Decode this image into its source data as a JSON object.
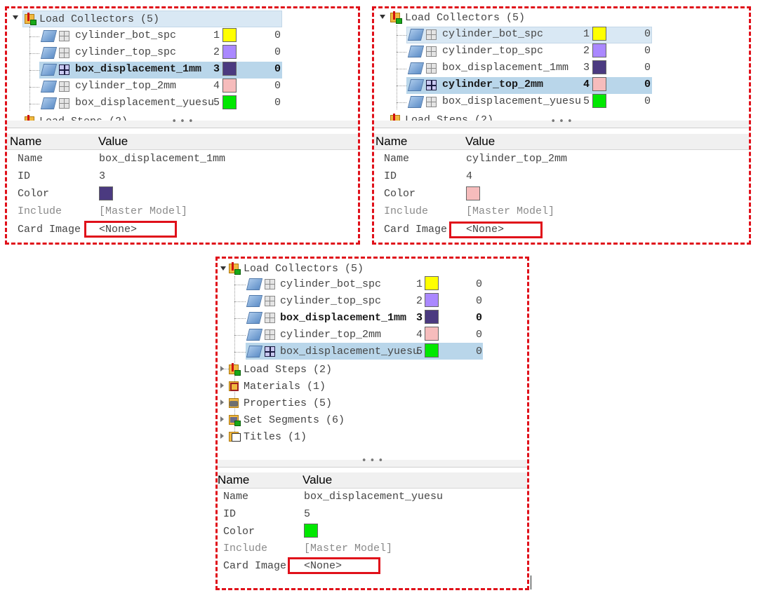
{
  "colors": {
    "annotation_red": "#e0101a",
    "selection_blue": "#b9d6ea"
  },
  "tree": {
    "root_label": "Load Collectors (5)",
    "collectors": [
      {
        "name": "cylinder_bot_spc",
        "id": "1",
        "color": "#ffff00",
        "count": "0"
      },
      {
        "name": "cylinder_top_spc",
        "id": "2",
        "color": "#aa88ff",
        "count": "0"
      },
      {
        "name": "box_displacement_1mm",
        "id": "3",
        "color": "#4b3a80",
        "count": "0"
      },
      {
        "name": "cylinder_top_2mm",
        "id": "4",
        "color": "#f6bcbc",
        "count": "0"
      },
      {
        "name": "box_displacement_yuesu",
        "id": "5",
        "color": "#00e800",
        "count": "0"
      }
    ],
    "cut_label": "Load Steps (2)",
    "other_nodes": [
      {
        "label": "Load Steps (2)",
        "icon": "load-steps-icon"
      },
      {
        "label": "Materials (1)",
        "icon": "materials-icon"
      },
      {
        "label": "Properties (5)",
        "icon": "properties-icon"
      },
      {
        "label": "Set Segments (6)",
        "icon": "set-segments-icon"
      },
      {
        "label": "Titles (1)",
        "icon": "titles-icon"
      }
    ]
  },
  "splitter_grip": "• • •",
  "props": {
    "header_name": "Name",
    "header_value": "Value",
    "label_name": "Name",
    "label_id": "ID",
    "label_color": "Color",
    "label_include": "Include",
    "label_card_image": "Card Image",
    "include_value": "[Master Model]",
    "card_image_value": "<None>"
  },
  "panels": [
    {
      "selected_index": 2,
      "name": "box_displacement_1mm",
      "id": "3",
      "color": "#4b3a80"
    },
    {
      "selected_index": 3,
      "name": "cylinder_top_2mm",
      "id": "4",
      "color": "#f6bcbc"
    },
    {
      "selected_index": 4,
      "name": "box_displacement_yuesu",
      "id": "5",
      "color": "#00e800"
    }
  ]
}
